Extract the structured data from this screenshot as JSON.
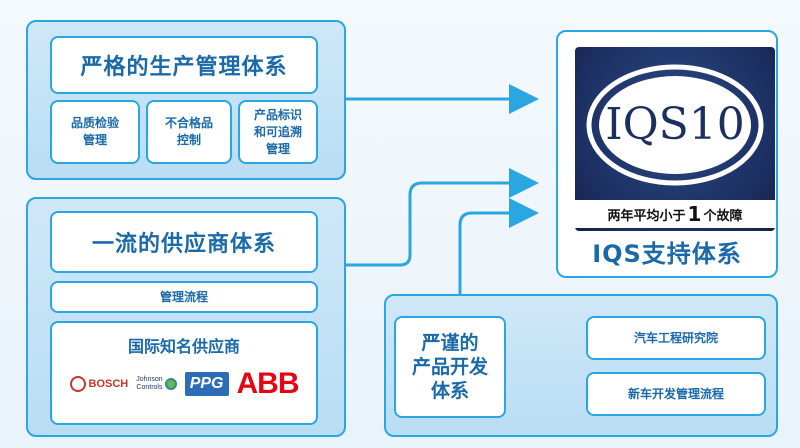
{
  "production": {
    "title": "严格的生产管理体系",
    "sub": [
      "品质检验\n管理",
      "不合格品\n控制",
      "产品标识\n和可追溯\n管理"
    ]
  },
  "supplier": {
    "title": "一流的供应商体系",
    "process": "管理流程",
    "famous_title": "国际知名供应商",
    "logos": [
      "BOSCH",
      "Johnson\nControls",
      "PPG",
      "ABB"
    ]
  },
  "development": {
    "title": "严谨的\n产品开发\n体系",
    "items": [
      "汽车工程研究院",
      "新车开发管理流程"
    ]
  },
  "iqs": {
    "badge_text": "IQS10",
    "tagline_pre": "两年平均小于",
    "tagline_num": "1",
    "tagline_post": "个故障",
    "system_title": "IQS支持体系"
  },
  "colors": {
    "accent": "#2aa6e0",
    "text": "#1b6aa8",
    "badge_bg": "#1b2f61"
  }
}
